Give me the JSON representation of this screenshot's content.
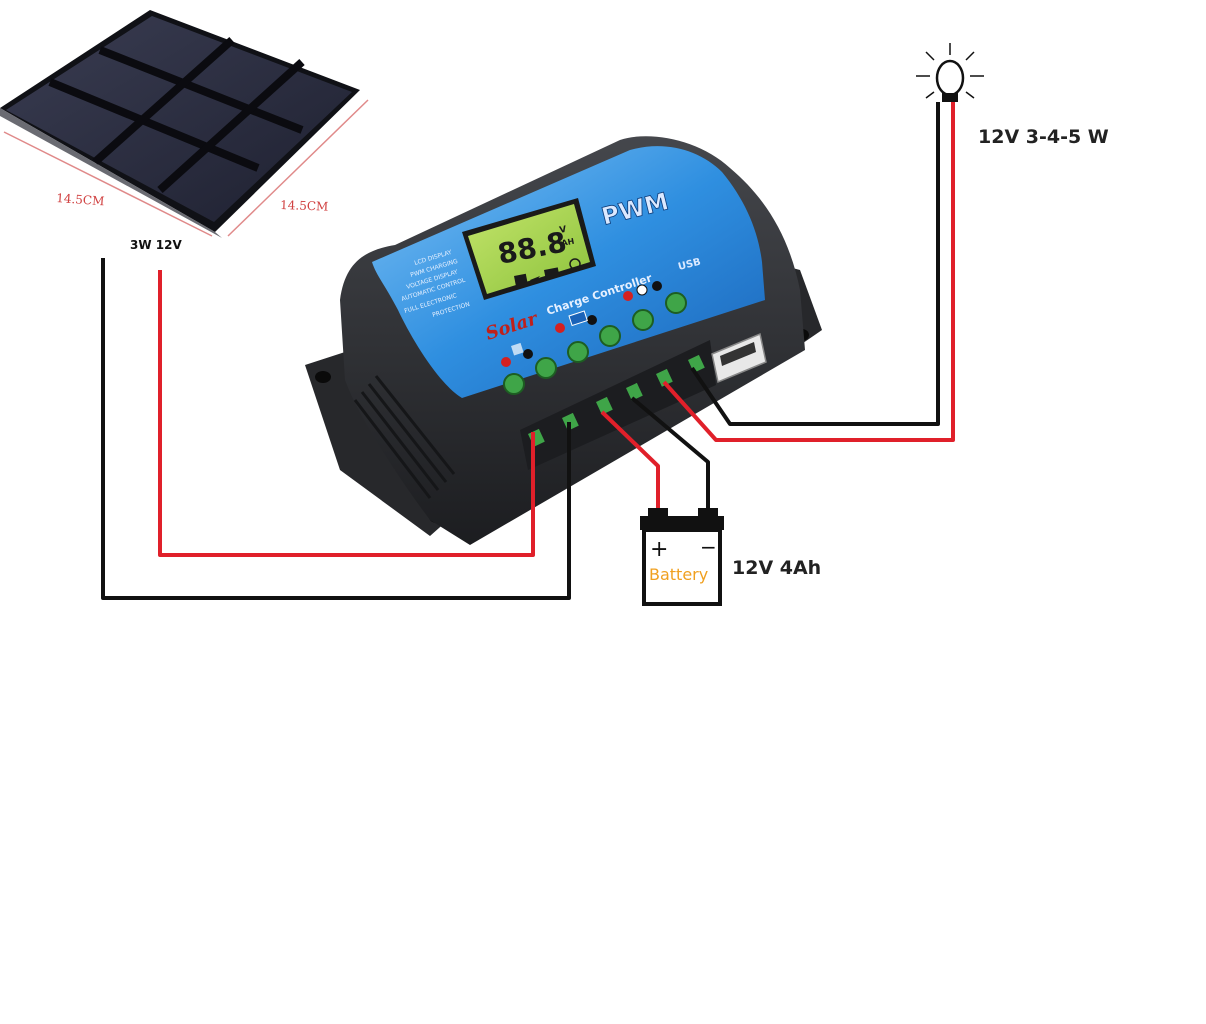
{
  "panel": {
    "width_label": "14.5CM",
    "depth_label": "14.5CM",
    "rating_label": "3W 12V"
  },
  "controller": {
    "brand_label": "PWM",
    "lcd_digits": "88.8",
    "lcd_unit_top": "V",
    "lcd_unit_bottom": "AH",
    "feature_lines": [
      "LCD DISPLAY",
      "PWM CHARGING",
      "VOLTAGE DISPLAY",
      "AUTOMATIC CONTROL",
      "FULL ELECTRONIC",
      "PROTECTION"
    ],
    "solar_word": "Solar",
    "title_words": "Charge Controller",
    "usb_label": "USB"
  },
  "battery": {
    "plus_sign": "+",
    "minus_sign": "−",
    "name_label": "Battery",
    "spec_label": "12V 4Ah"
  },
  "lamp": {
    "spec_label": "12V 3-4-5 W"
  },
  "colors": {
    "positive_wire": "#e0202a",
    "negative_wire": "#111111",
    "controller_blue": "#2f8fe0",
    "controller_body": "#2a2b2e",
    "terminal_green": "#3fa548",
    "lcd_green": "#9fd24a",
    "battery_label": "#f0a020"
  },
  "icons": [
    "lightbulb-icon",
    "battery-icon",
    "solar-panel-icon",
    "usb-port-icon"
  ]
}
